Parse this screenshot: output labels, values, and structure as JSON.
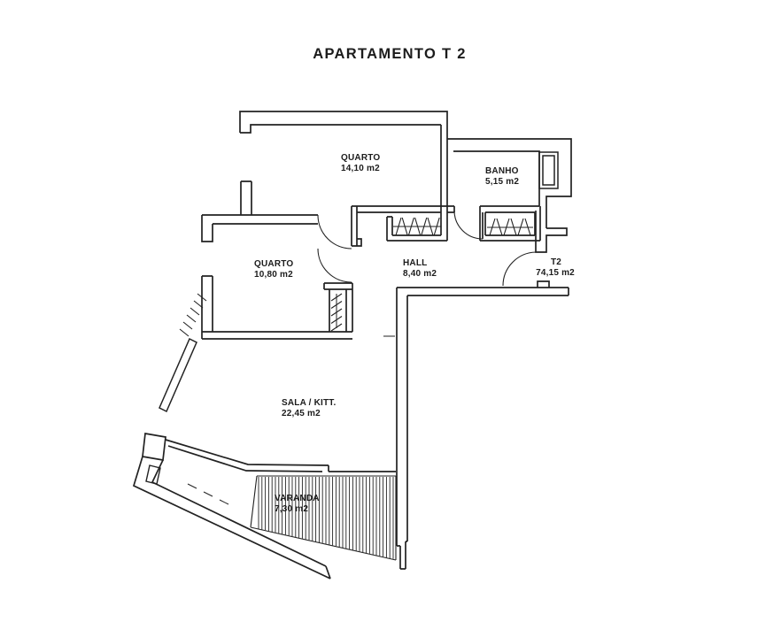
{
  "title": "APARTAMENTO T 2",
  "colors": {
    "ink": "#222222",
    "background": "#ffffff"
  },
  "rooms": [
    {
      "id": "quarto-1",
      "name": "QUARTO",
      "area": "14,10 m2"
    },
    {
      "id": "banho",
      "name": "BANHO",
      "area": "5,15 m2"
    },
    {
      "id": "quarto-2",
      "name": "QUARTO",
      "area": "10,80 m2"
    },
    {
      "id": "hall",
      "name": "HALL",
      "area": "8,40 m2"
    },
    {
      "id": "t2-total",
      "name": "T2",
      "area": "74,15 m2"
    },
    {
      "id": "sala",
      "name": "SALA / KITT.",
      "area": "22,45 m2"
    },
    {
      "id": "varanda",
      "name": "VARANDA",
      "area": "7,30 m2"
    }
  ]
}
